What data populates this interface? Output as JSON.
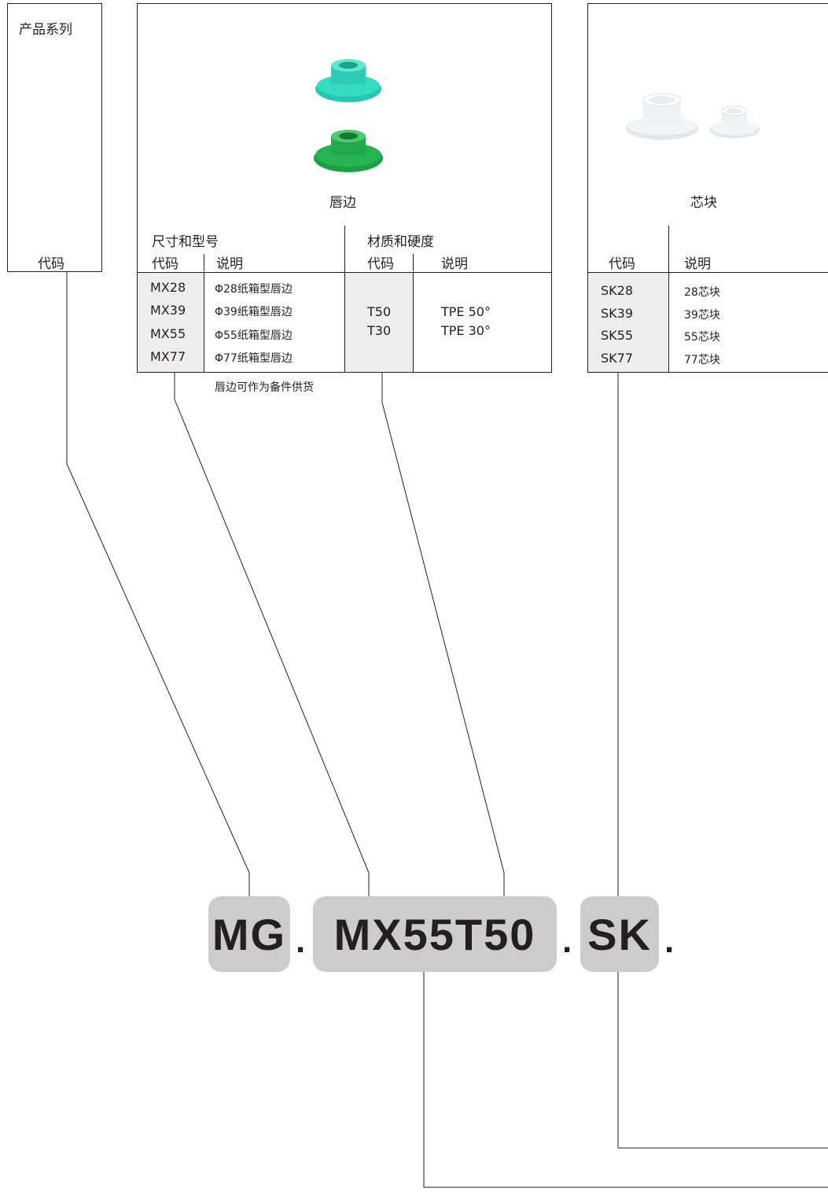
{
  "series_box": {
    "title": "产品系列",
    "code_header": "代码"
  },
  "lip_box": {
    "image_caption": "唇边",
    "size_group_label": "尺寸和型号",
    "material_group_label": "材质和硬度",
    "code_header": "代码",
    "desc_header": "说明",
    "mat_code_header": "代码",
    "mat_desc_header": "说明",
    "sizes": [
      {
        "code": "MX28",
        "desc": "Φ28纸箱型唇边"
      },
      {
        "code": "MX39",
        "desc": "Φ39纸箱型唇边"
      },
      {
        "code": "MX55",
        "desc": "Φ55纸箱型唇边"
      },
      {
        "code": "MX77",
        "desc": "Φ77纸箱型唇边"
      }
    ],
    "materials": [
      {
        "code": "T50",
        "desc": "TPE 50°"
      },
      {
        "code": "T30",
        "desc": "TPE 30°"
      }
    ],
    "note": "唇边可作为备件供货",
    "colors": {
      "cup_top": "#2fd3b8",
      "cup_bottom": "#22b04f"
    }
  },
  "core_box": {
    "image_caption": "芯块",
    "code_header": "代码",
    "desc_header": "说明",
    "items": [
      {
        "code": "SK28",
        "desc": "28芯块"
      },
      {
        "code": "SK39",
        "desc": "39芯块"
      },
      {
        "code": "SK55",
        "desc": "55芯块"
      },
      {
        "code": "SK77",
        "desc": "77芯块"
      }
    ]
  },
  "model_code": {
    "part1": "MG",
    "sep1": ".",
    "part2": "MX55T50",
    "sep2": ".",
    "part3": "SK",
    "sep3": "."
  }
}
